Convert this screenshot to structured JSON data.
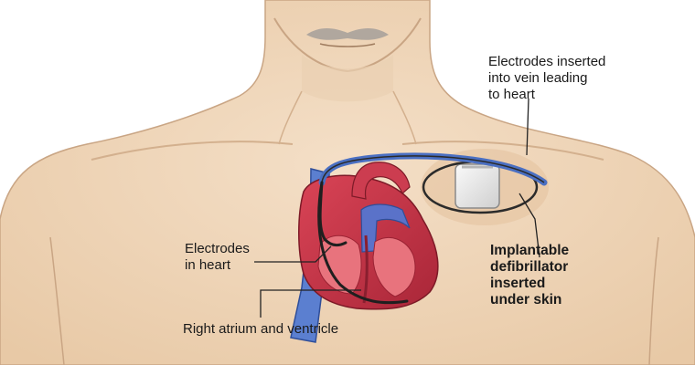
{
  "labels": {
    "electrodes_vein": [
      "Electrodes inserted",
      "into vein leading",
      "to heart"
    ],
    "electrodes_heart": [
      "Electrodes",
      "in heart"
    ],
    "defibrillator": [
      "Implantable",
      "defibrillator",
      "inserted",
      "under skin"
    ],
    "atrium": "Right atrium and ventricle"
  },
  "colors": {
    "skin": "#f1d9bf",
    "skin_shadow": "#d9b996",
    "heart_red": "#c8384a",
    "heart_inner": "#e66a74",
    "vein_blue": "#4a6fc2",
    "lead_gray": "#2b2b2b",
    "device": "#ececec"
  }
}
